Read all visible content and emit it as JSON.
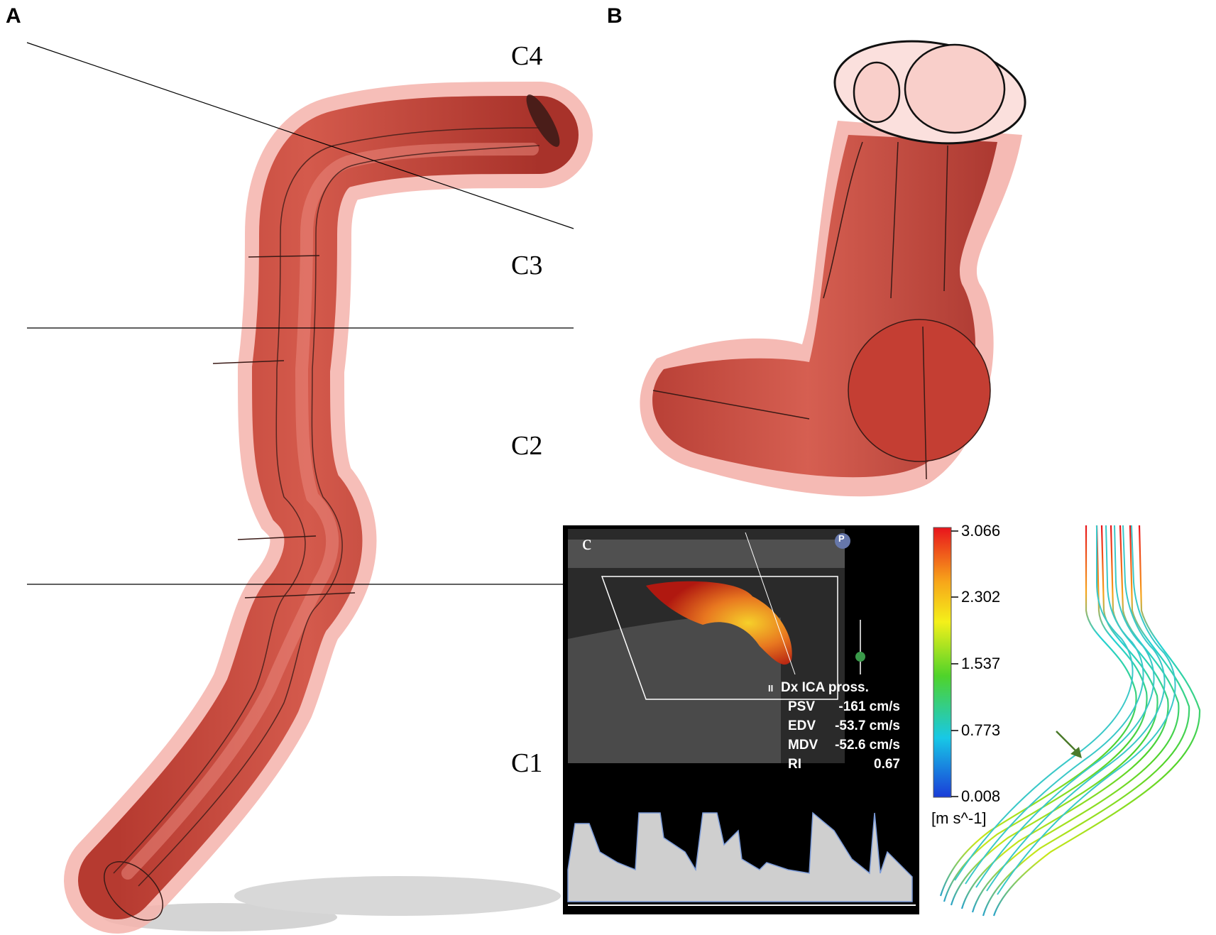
{
  "panels": {
    "a": "A",
    "b": "B",
    "c": "c"
  },
  "segments": {
    "c4": "C4",
    "c3": "C3",
    "c2": "C2",
    "c1": "C1"
  },
  "ultrasound": {
    "site": "Dx ICA pross.",
    "site_marker": "II",
    "badge": "P",
    "measurements": [
      {
        "label": "PSV",
        "value": "-161 cm/s"
      },
      {
        "label": "EDV",
        "value": "-53.7 cm/s"
      },
      {
        "label": "MDV",
        "value": "-52.6 cm/s"
      },
      {
        "label": "RI",
        "value": "0.67"
      }
    ]
  },
  "colorbar": {
    "ticks": [
      "3.066",
      "2.302",
      "1.537",
      "0.773",
      "0.008"
    ],
    "unit": "[m s^-1]",
    "colors": [
      "#e8141c",
      "#f7a51a",
      "#f4f01a",
      "#4fd32a",
      "#18c8e6",
      "#1a3cd8"
    ]
  },
  "colors": {
    "vessel_inner": "#c9453a",
    "vessel_outer": "#f4b3ac",
    "arrow": "#4a7a2a"
  }
}
